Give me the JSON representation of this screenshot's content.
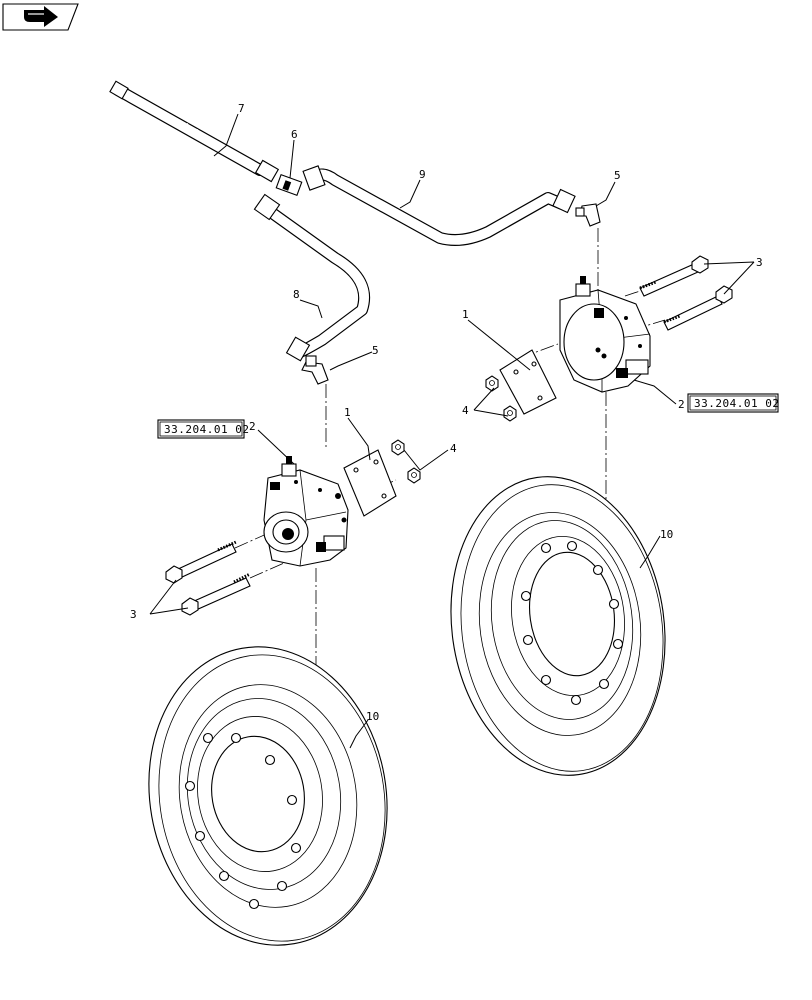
{
  "nav": {
    "icon": "next-page-arrow-icon"
  },
  "references": {
    "left": "33.204.01 02",
    "right": "33.204.01 02"
  },
  "callouts": {
    "c1_left": "1",
    "c1_right": "1",
    "c2_left": "2",
    "c2_right": "2",
    "c3_left": "3",
    "c3_right": "3",
    "c4_left": "4",
    "c4_right": "4",
    "c5_left": "5",
    "c5_right": "5",
    "c6": "6",
    "c7": "7",
    "c8": "8",
    "c9": "9",
    "c10_left": "10",
    "c10_right": "10"
  }
}
